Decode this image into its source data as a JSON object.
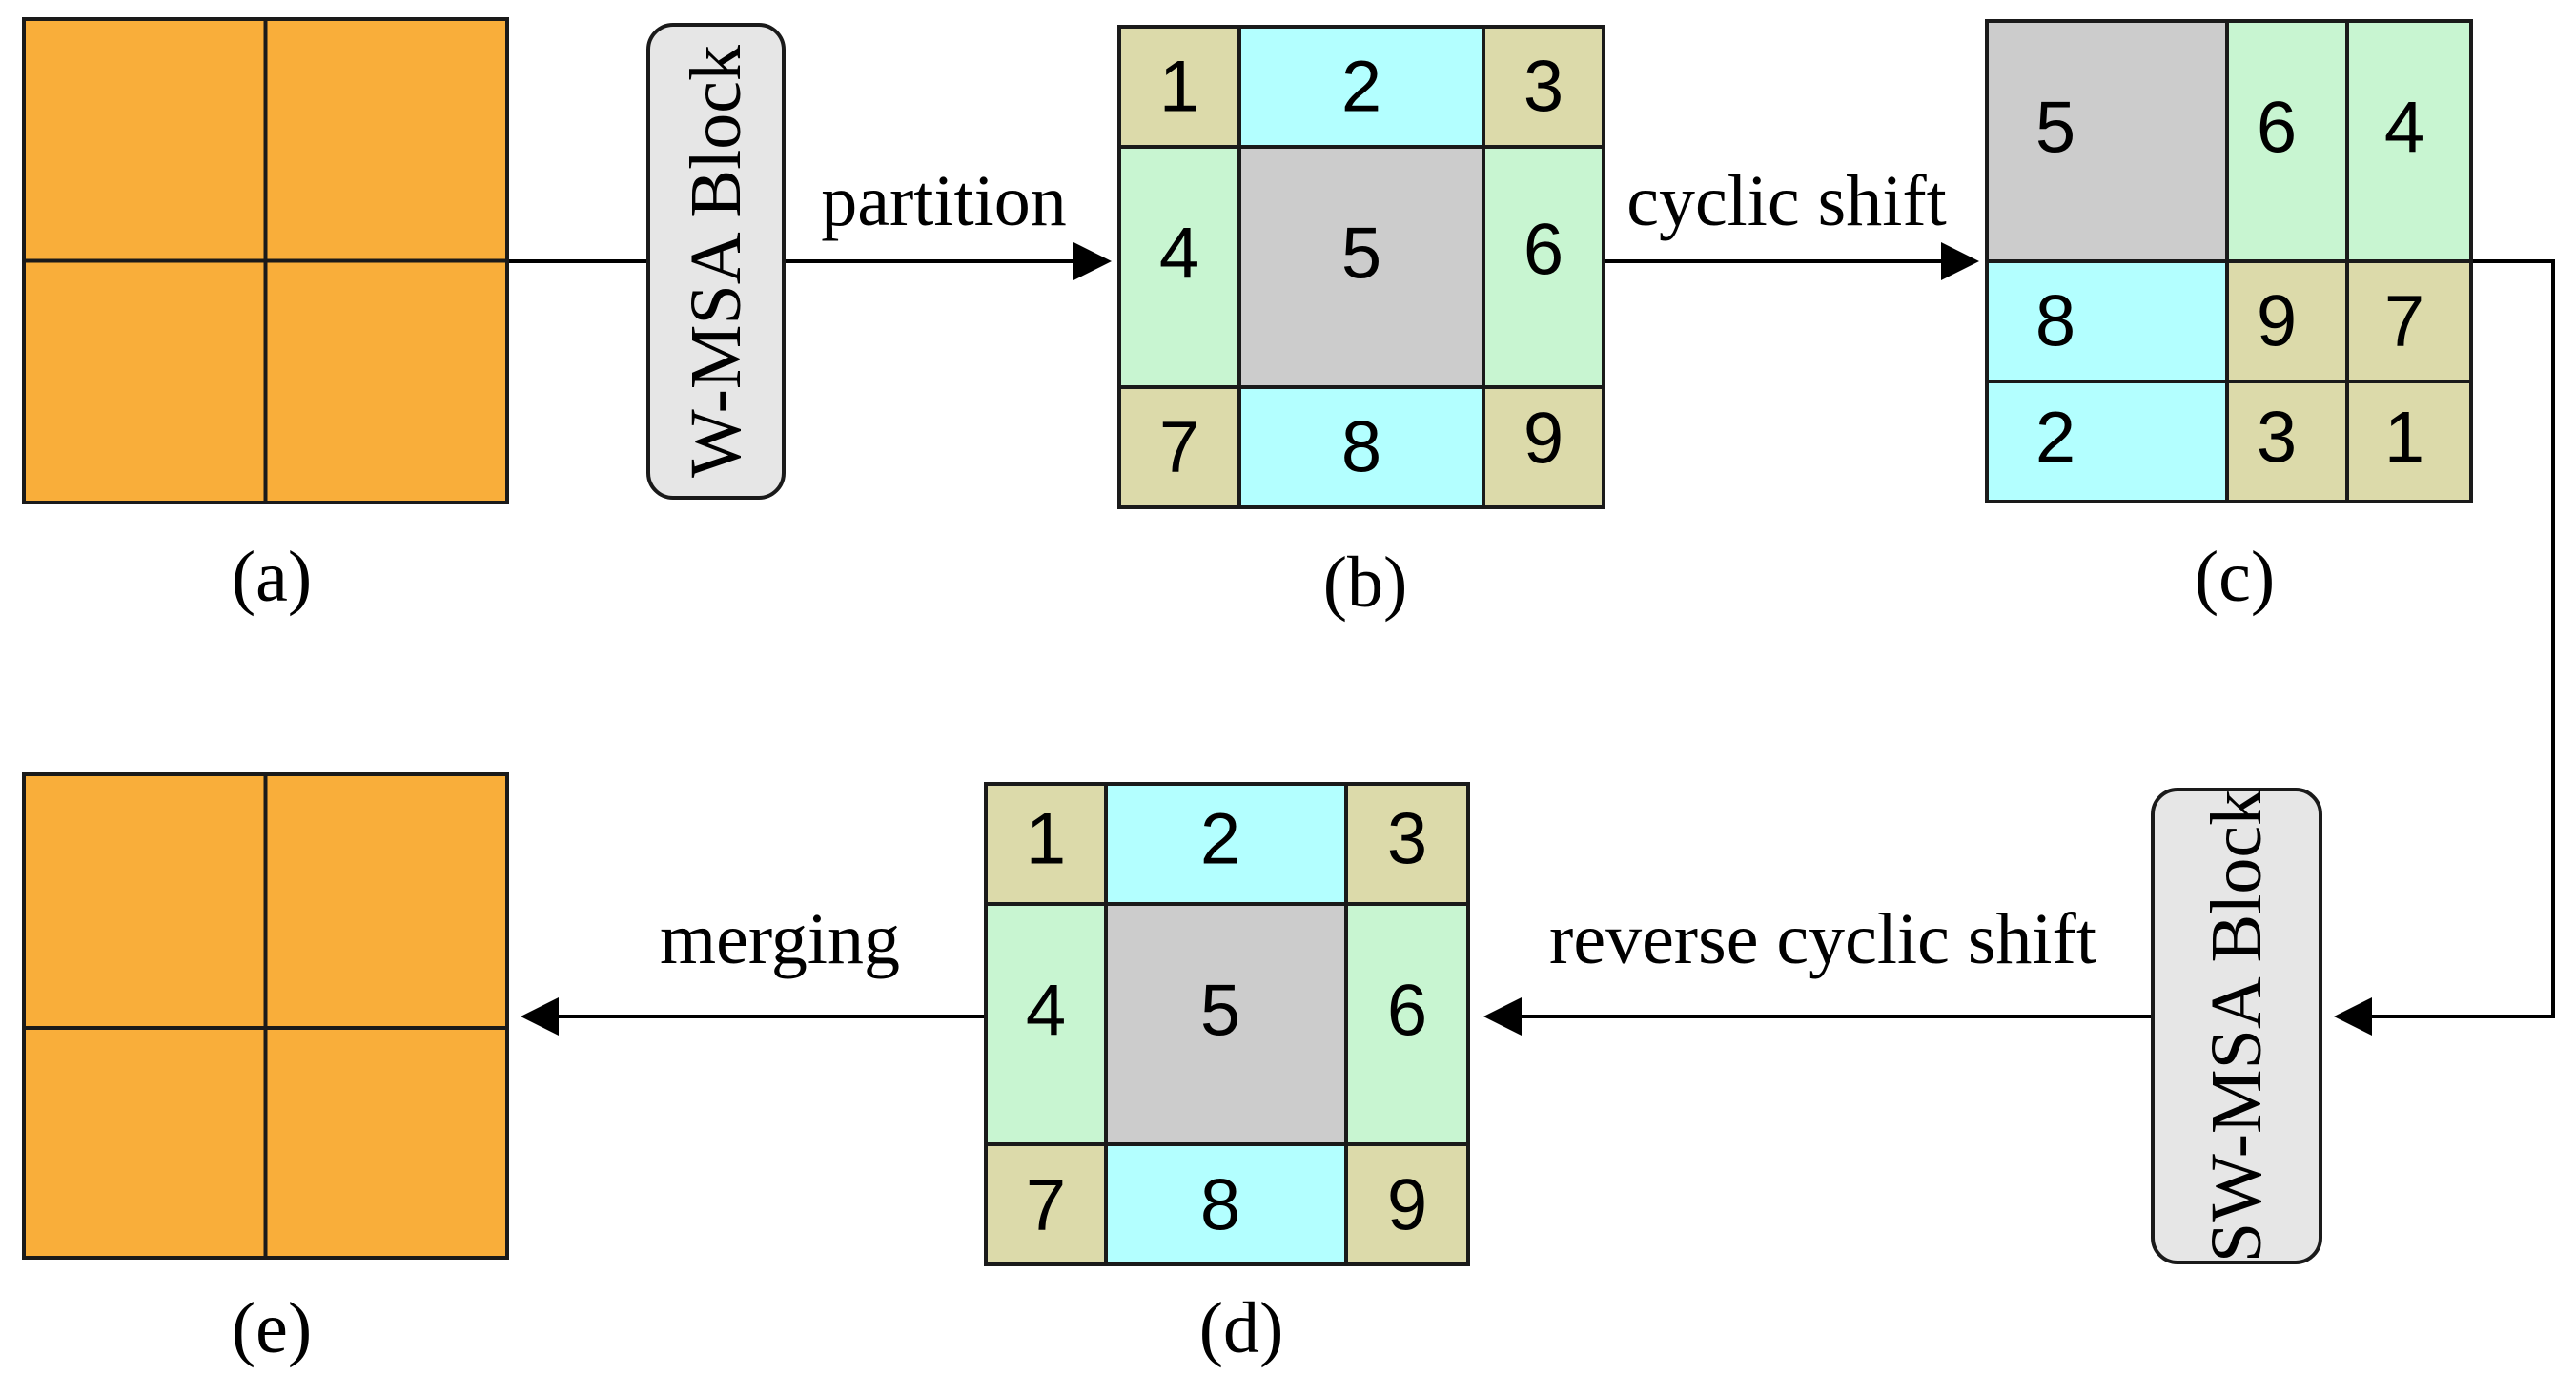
{
  "colors": {
    "orange": "#F9AE3A",
    "cyan": "#B3FFFF",
    "mint": "#C8F5D1",
    "khaki": "#DCDAAA",
    "gray": "#CCCCCC",
    "block_fill": "#E6E6E6",
    "stroke": "#1A1A1A"
  },
  "panels": {
    "a": {
      "caption": "(a)"
    },
    "b": {
      "caption": "(b)",
      "cells": [
        "1",
        "2",
        "3",
        "4",
        "5",
        "6",
        "7",
        "8",
        "9"
      ]
    },
    "c": {
      "caption": "(c)",
      "cells": [
        "5",
        "6",
        "4",
        "8",
        "9",
        "7",
        "2",
        "3",
        "1"
      ]
    },
    "d": {
      "caption": "(d)",
      "cells": [
        "1",
        "2",
        "3",
        "4",
        "5",
        "6",
        "7",
        "8",
        "9"
      ]
    },
    "e": {
      "caption": "(e)"
    }
  },
  "blocks": {
    "wmsa": "W-MSA Block",
    "swmsa": "SW-MSA Block"
  },
  "arrows": {
    "partition": "partition",
    "cyclic_shift": "cyclic shift",
    "reverse_cyclic_shift": "reverse cyclic shift",
    "merging": "merging"
  }
}
